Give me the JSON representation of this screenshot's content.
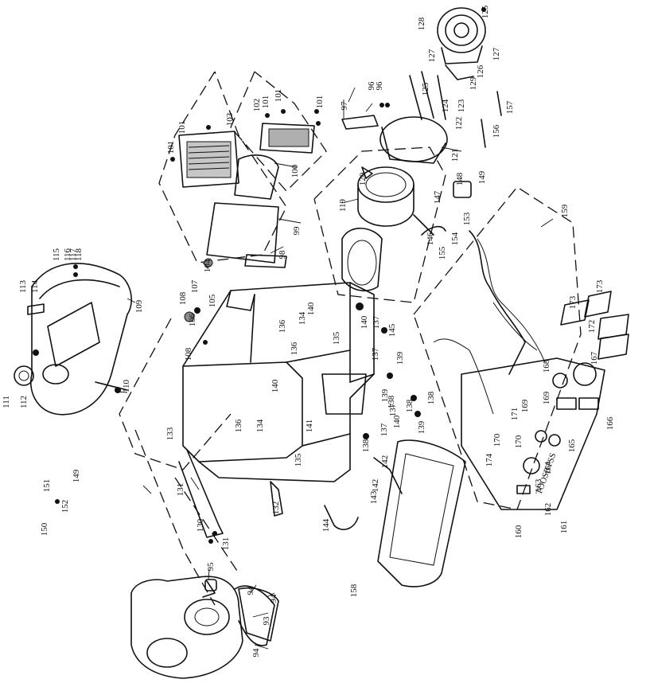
{
  "diagram": {
    "type": "exploded-parts-view",
    "labels": [
      "93",
      "94",
      "94",
      "94",
      "95",
      "96",
      "96",
      "97",
      "98",
      "99",
      "100",
      "101",
      "101",
      "101",
      "101",
      "101",
      "102",
      "103",
      "104",
      "105",
      "106",
      "107",
      "108",
      "108",
      "109",
      "110",
      "111",
      "112",
      "113",
      "114",
      "115",
      "116",
      "117",
      "118",
      "119",
      "120",
      "121",
      "122",
      "123",
      "124",
      "125",
      "125",
      "126",
      "127",
      "127",
      "128",
      "129",
      "130",
      "131",
      "131",
      "132",
      "133",
      "134",
      "134",
      "135",
      "135",
      "136",
      "136",
      "136",
      "137",
      "137",
      "137",
      "137",
      "138",
      "138",
      "138",
      "138",
      "139",
      "139",
      "139",
      "140",
      "140",
      "140",
      "140",
      "141",
      "142",
      "142",
      "143",
      "144",
      "145",
      "146",
      "147",
      "148",
      "149",
      "149",
      "150",
      "151",
      "152",
      "153",
      "154",
      "155",
      "156",
      "157",
      "158",
      "159",
      "160",
      "161",
      "162",
      "163",
      "164",
      "165",
      "166",
      "167",
      "168",
      "169",
      "169",
      "170",
      "170",
      "171",
      "172",
      "173",
      "173",
      "174"
    ],
    "panel_text": [
      "TOOSBTSS"
    ]
  }
}
